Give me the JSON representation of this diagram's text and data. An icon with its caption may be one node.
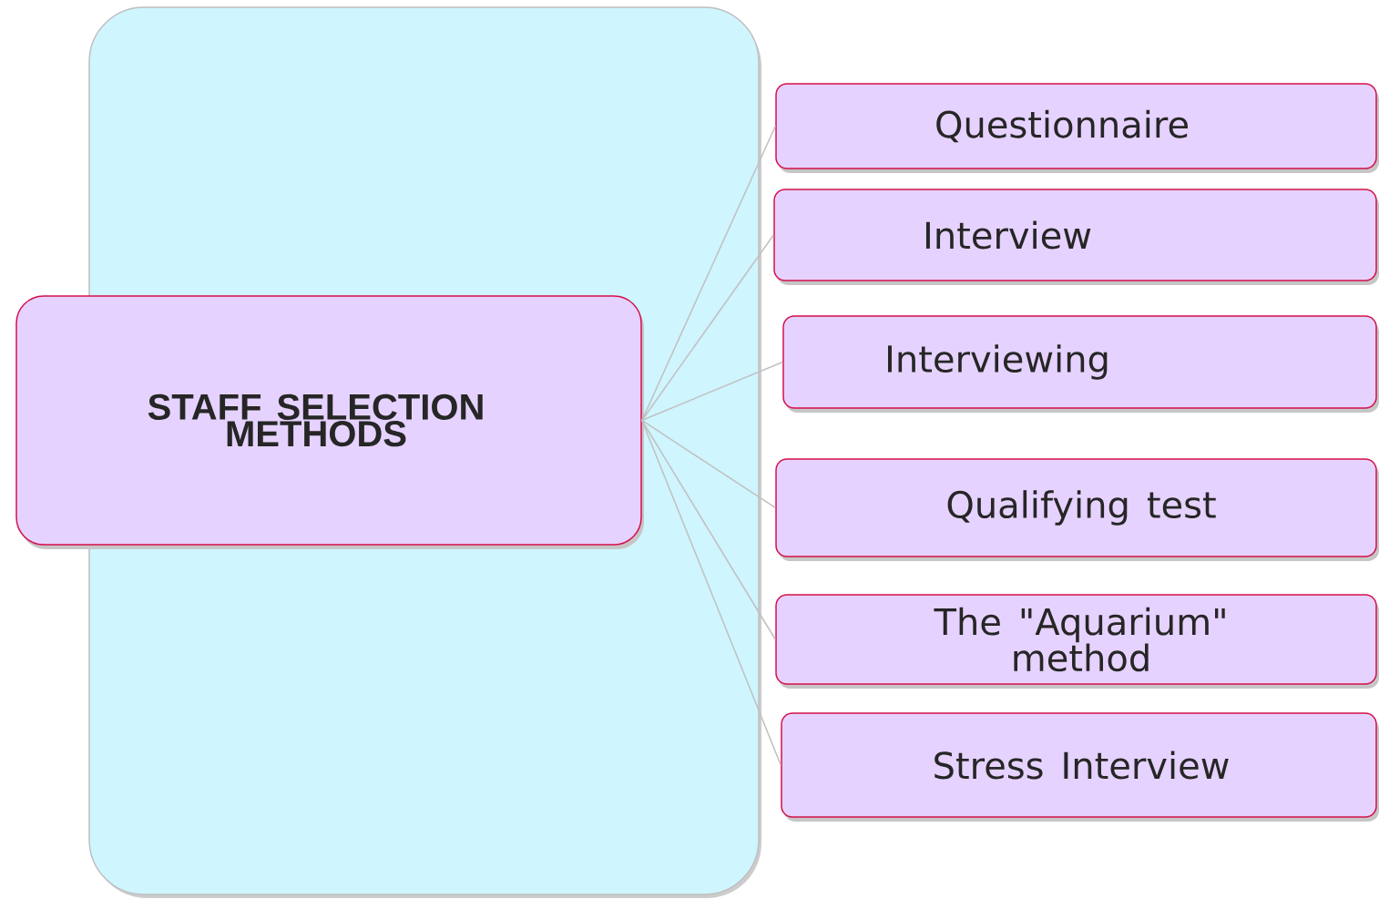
{
  "diagram": {
    "nodes": [
      {
        "text": [
          "STAFF SELECTION METHODS"
        ]
      },
      {
        "text": [
          "Questionnaire"
        ]
      },
      {
        "text": [
          "Interview"
        ]
      },
      {
        "text": [
          "Interviewing"
        ]
      },
      {
        "text": [
          "Qualifying test"
        ]
      },
      {
        "text": [
          "The \"Aquarium\" method"
        ]
      },
      {
        "text": [
          "Stress Interview"
        ]
      }
    ],
    "edges": [
      {
        "from": 0,
        "to": 1,
        "arrow": "none"
      },
      {
        "from": 0,
        "to": 2,
        "arrow": "none"
      },
      {
        "from": 0,
        "to": 3,
        "arrow": "none"
      },
      {
        "from": 0,
        "to": 4,
        "arrow": "none"
      },
      {
        "from": 0,
        "to": 5,
        "arrow": "none"
      },
      {
        "from": 0,
        "to": 6,
        "arrow": "none"
      }
    ]
  }
}
